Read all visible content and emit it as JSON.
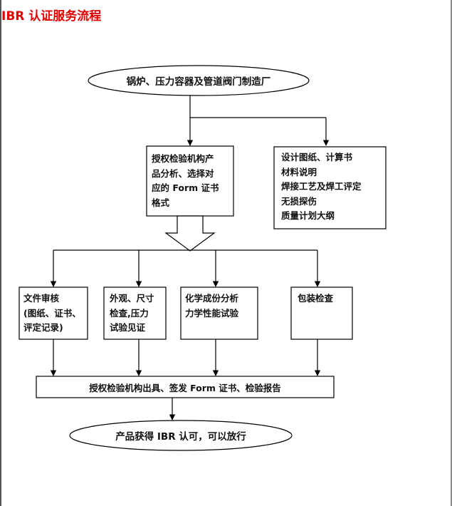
{
  "header": {
    "title": "IBR 认证服务流程"
  },
  "flow": {
    "start": "锅炉、压力容器及管道阀门制造厂",
    "authority_step": "授权检验机构产\n品分析、选择对\n应的 Form 证书\n格式",
    "design_docs": "设计图纸、计算书\n材料说明\n焊接工艺及焊工评定\n无损探伤\n质量计划大纲",
    "inspections": [
      "文件审核\n(图纸、证书、\n评定记录)",
      "外观、尺寸\n检查,压力\n试验见证",
      "化学成份分析\n力学性能试验",
      "包装检查"
    ],
    "issue_step": "授权检验机构出具、签发 Form 证书、检验报告",
    "end": "产品获得 IBR 认可，可以放行"
  },
  "colors": {
    "title": "#e00000",
    "line": "#000000",
    "fill": "#ffffff"
  }
}
